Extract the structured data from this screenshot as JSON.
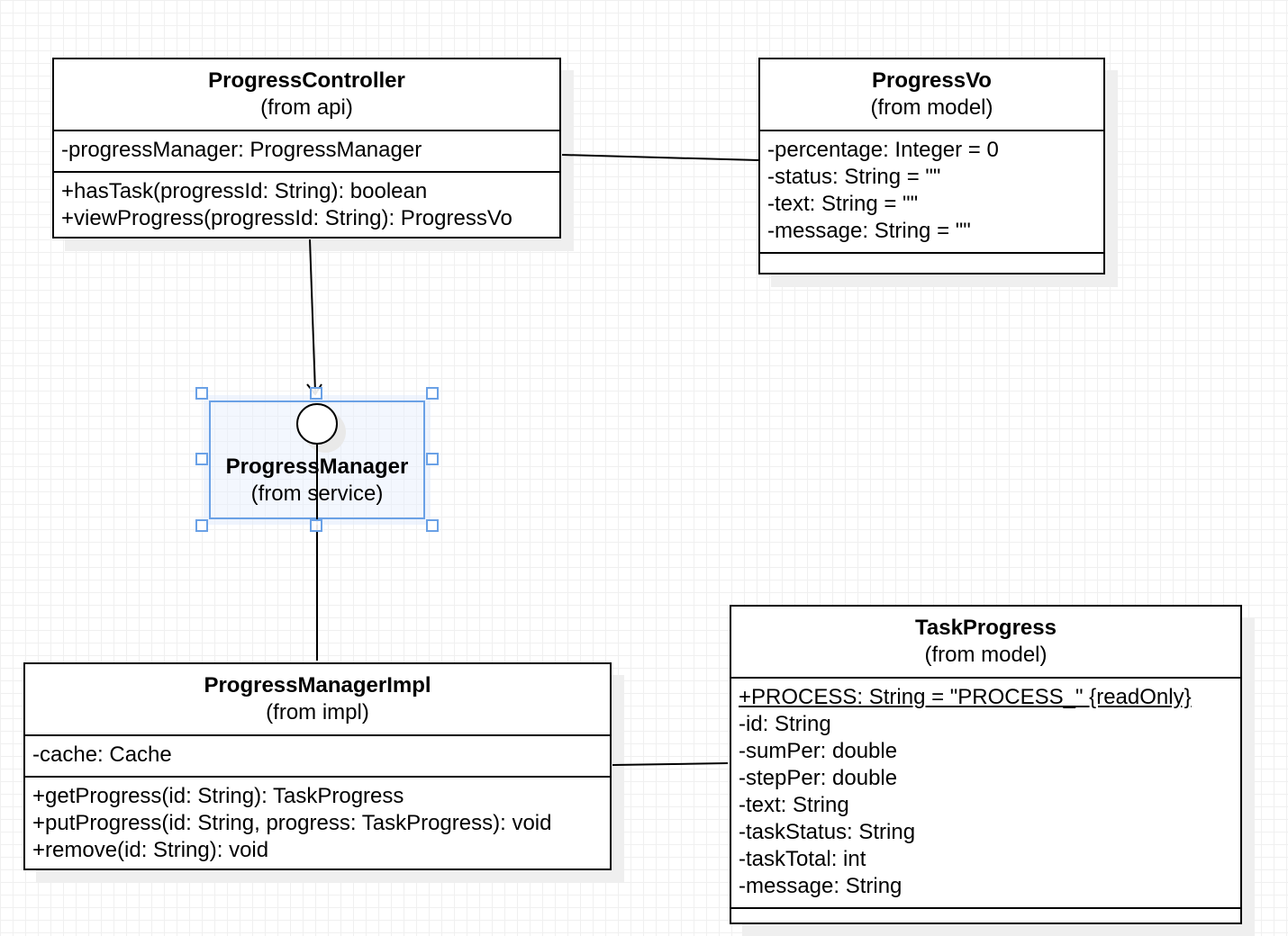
{
  "classes": {
    "progress_controller": {
      "name": "ProgressController",
      "from": "(from api)",
      "attributes": [
        "-progressManager: ProgressManager"
      ],
      "operations": [
        "+hasTask(progressId: String): boolean",
        "+viewProgress(progressId: String): ProgressVo"
      ]
    },
    "progress_vo": {
      "name": "ProgressVo",
      "from": "(from model)",
      "attributes": [
        "-percentage: Integer = 0",
        "-status: String = \"\"",
        "-text: String = \"\"",
        "-message: String = \"\""
      ],
      "operations": []
    },
    "progress_manager": {
      "name": "ProgressManager",
      "from": "(from service)"
    },
    "progress_manager_impl": {
      "name": "ProgressManagerImpl",
      "from": "(from impl)",
      "attributes": [
        "-cache: Cache"
      ],
      "operations": [
        "+getProgress(id: String): TaskProgress",
        "+putProgress(id: String, progress: TaskProgress): void",
        "+remove(id: String): void"
      ]
    },
    "task_progress": {
      "name": "TaskProgress",
      "from": "(from model)",
      "attributes": [
        "+PROCESS: String = \"PROCESS_\" {readOnly}",
        "-id: String",
        "-sumPer: double",
        "-stepPer: double",
        "-text: String",
        "-taskStatus: String",
        "-taskTotal: int",
        "-message: String"
      ],
      "operations": []
    }
  },
  "colors": {
    "selection": "#6aa1e6",
    "line": "#000000",
    "shadow": "#efefef"
  }
}
